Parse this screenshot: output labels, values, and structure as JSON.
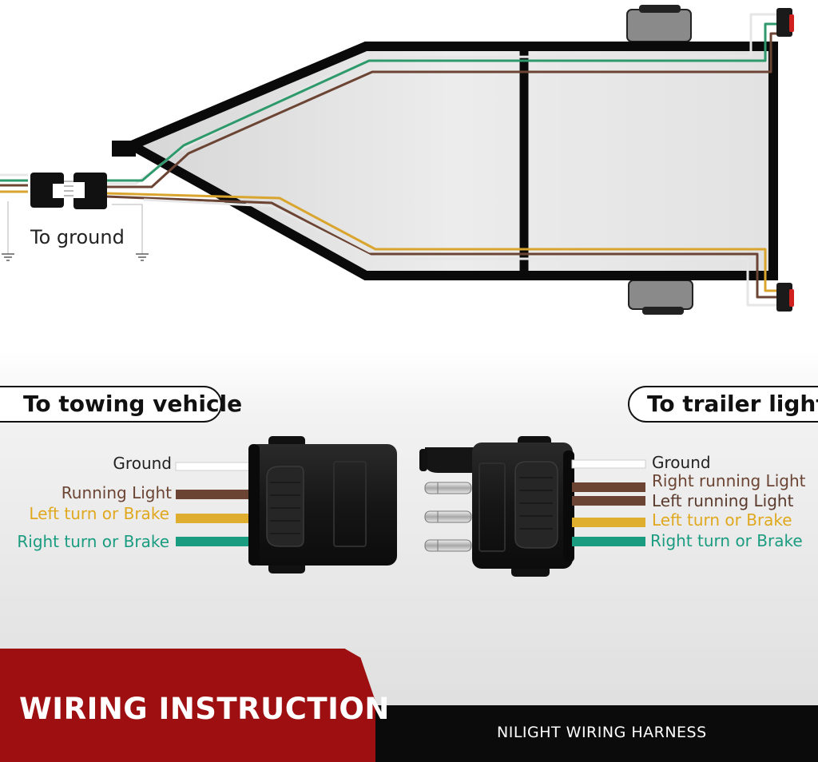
{
  "ground_note": "To ground",
  "pills": {
    "towing_vehicle": "To towing vehicle",
    "trailer_light": "To trailer light"
  },
  "towing_side": {
    "wires": [
      {
        "label": "Ground",
        "color": "#ffffff",
        "text_color": "#222222"
      },
      {
        "label": "Running Light",
        "color": "#6b4433",
        "text_color": "#6b4433"
      },
      {
        "label": "Left turn or Brake",
        "color": "#e0ae2e",
        "text_color": "#e0a81e"
      },
      {
        "label": "Right turn or Brake",
        "color": "#1a9c80",
        "text_color": "#1a9c80"
      }
    ]
  },
  "trailer_side": {
    "wires": [
      {
        "label": "Ground",
        "color": "#ffffff",
        "text_color": "#222222"
      },
      {
        "label": "Right running Light",
        "color": "#6b4433",
        "text_color": "#6b4433"
      },
      {
        "label": "Left running Light",
        "color": "#6b4433",
        "text_color": "#5a3a2c"
      },
      {
        "label": "Left turn or Brake",
        "color": "#e0ae2e",
        "text_color": "#e0a81e"
      },
      {
        "label": "Right turn or Brake",
        "color": "#1a9c80",
        "text_color": "#1a9c80"
      }
    ]
  },
  "banner": {
    "title": "WIRING INSTRUCTION",
    "subtitle": "NILIGHT WIRING HARNESS",
    "color": "#9e0f12"
  }
}
